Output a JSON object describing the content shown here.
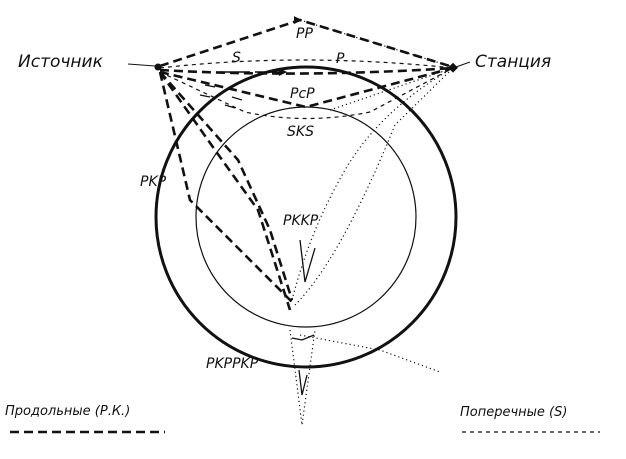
{
  "labels": {
    "source": "Источник",
    "station": "Станция",
    "pp": "PP",
    "s": "S",
    "p": "P",
    "pcp": "PcP",
    "sks": "SKS",
    "pkp": "PKP",
    "pkkp": "PKKP",
    "pkppkp": "PKPPKP"
  },
  "legend": {
    "longitudinal": "Продольные (Р.К.)",
    "transverse": "Поперечные (S)"
  }
}
